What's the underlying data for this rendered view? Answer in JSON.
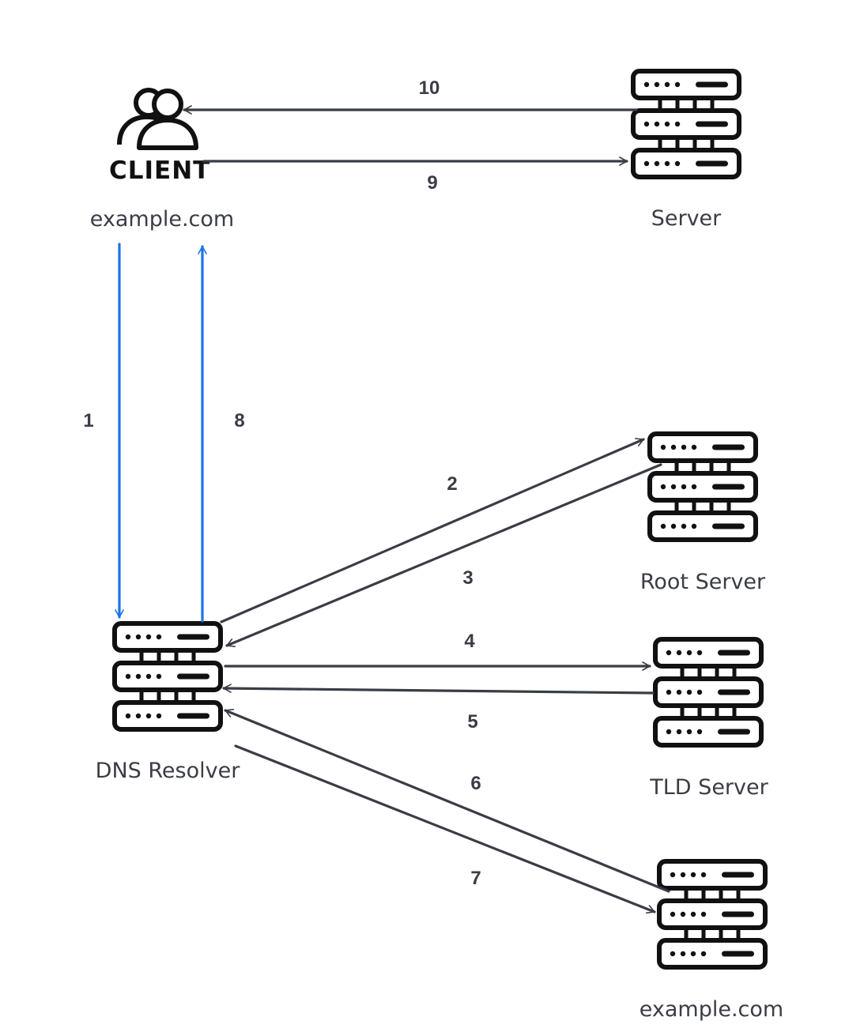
{
  "colors": {
    "arrow_dark": "#3a3d45",
    "arrow_blue": "#1a73e8",
    "icon": "#111111",
    "text": "#3a3d45"
  },
  "icons": {
    "client": "users-icon",
    "server": "server-rack-icon"
  },
  "nodes": {
    "client": {
      "icon_text": "CLIENT",
      "label": "example.com"
    },
    "web_server": {
      "label": "Server"
    },
    "dns_resolver": {
      "label": "DNS Resolver"
    },
    "root_server": {
      "label": "Root Server"
    },
    "tld_server": {
      "label": "TLD Server"
    },
    "authoritative_server": {
      "label": "example.com"
    }
  },
  "steps": [
    {
      "number": "1",
      "from": "client",
      "to": "dns_resolver"
    },
    {
      "number": "2",
      "from": "dns_resolver",
      "to": "root_server"
    },
    {
      "number": "3",
      "from": "root_server",
      "to": "dns_resolver"
    },
    {
      "number": "4",
      "from": "dns_resolver",
      "to": "tld_server"
    },
    {
      "number": "5",
      "from": "tld_server",
      "to": "dns_resolver"
    },
    {
      "number": "6",
      "from": "authoritative_server",
      "to": "dns_resolver"
    },
    {
      "number": "7",
      "from": "dns_resolver",
      "to": "authoritative_server"
    },
    {
      "number": "8",
      "from": "dns_resolver",
      "to": "client"
    },
    {
      "number": "9",
      "from": "client",
      "to": "web_server"
    },
    {
      "number": "10",
      "from": "web_server",
      "to": "client"
    }
  ]
}
